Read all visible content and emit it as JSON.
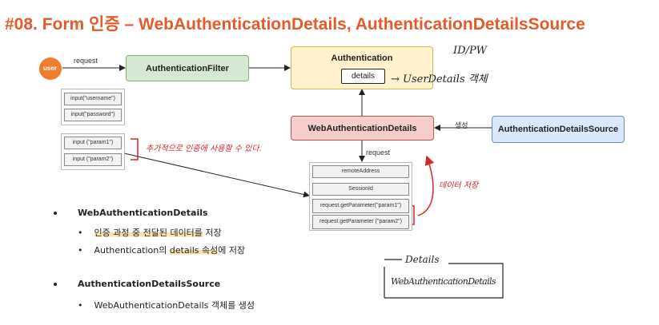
{
  "title": "#08. Form 인증 – WebAuthenticationDetails, AuthenticationDetailsSource",
  "user_label": "user",
  "request_label": "request",
  "request_label_2": "request",
  "created_label": "생성",
  "authentication_filter": "AuthenticationFilter",
  "authentication": "Authentication",
  "details": "details",
  "web_auth_details": "WebAuthenticationDetails",
  "details_source": "AuthenticationDetailsSource",
  "inputs_login": [
    "input(\"username\")",
    "input(\"password\")"
  ],
  "inputs_params": [
    "input (\"param1\")",
    "input (\"param2\")"
  ],
  "detail_fields": [
    "remoteAddress",
    "SessionId",
    "request.getParameter(\"param1\")",
    "request.getParameter (\"param2\")"
  ],
  "annotations": {
    "id_pw": "ID/PW",
    "user_details_obj": "→ UserDetails 객체",
    "more_storable": "추가적으로 인증에 사용할 수 있다.",
    "data_store": "데이터 저장",
    "details_box_label": "Details",
    "details_box_value": "WebAuthenticationDetails"
  },
  "bullets": [
    {
      "heading": "WebAuthenticationDetails",
      "items": [
        {
          "highlighted": "인증 과정 중 전달된 데이터를",
          "rest": " 저장"
        },
        {
          "pre": "Authentication의 ",
          "highlighted": "details 속성",
          "rest": "에 저장"
        }
      ]
    },
    {
      "heading": "AuthenticationDetailsSource",
      "items": [
        {
          "pre": "WebAuthenticationDetails 객체를 생성"
        }
      ]
    }
  ],
  "colors": {
    "title": "#e55a2b",
    "green": "#d5e8d4",
    "yellow": "#fff2cc",
    "salmon": "#f8cecc",
    "blue": "#dae8fc",
    "user_circle": "#f07c2e",
    "annotation_red": "#d8262c",
    "highlight": "#fde3a7"
  }
}
